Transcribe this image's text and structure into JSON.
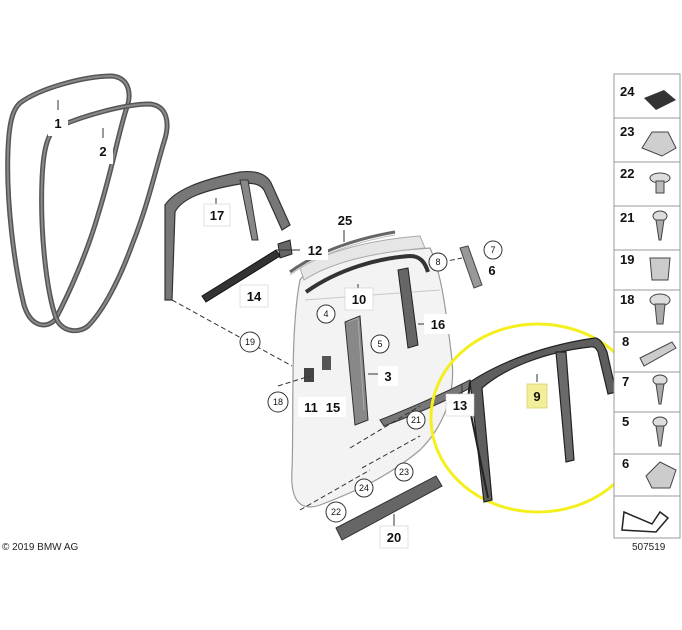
{
  "copyright": "© 2019 BMW AG",
  "diagram_id": "507519",
  "highlight_color": "#f4ef1e",
  "callouts": {
    "c1": "1",
    "c2": "2",
    "c3": "3",
    "c4": "4",
    "c5": "5",
    "c6": "6",
    "c7": "7",
    "c8": "8",
    "c9": "9",
    "c10": "10",
    "c11": "11",
    "c12": "12",
    "c13": "13",
    "c14": "14",
    "c15": "15",
    "c16": "16",
    "c17": "17",
    "c18": "18",
    "c19": "19",
    "c20": "20",
    "c21": "21",
    "c22": "22",
    "c23": "23",
    "c24": "24",
    "c25": "25"
  },
  "circled_callouts": {
    "k4": "4",
    "k5": "5",
    "k7": "7",
    "k8": "8",
    "k18": "18",
    "k19": "19",
    "k21": "21",
    "k22": "22",
    "k23": "23",
    "k24": "24"
  },
  "parts_panel": {
    "p24": "24",
    "p23": "23",
    "p22": "22",
    "p21": "21",
    "p19": "19",
    "p18": "18",
    "p8": "8",
    "p7": "7",
    "p5": "5",
    "p6": "6"
  }
}
